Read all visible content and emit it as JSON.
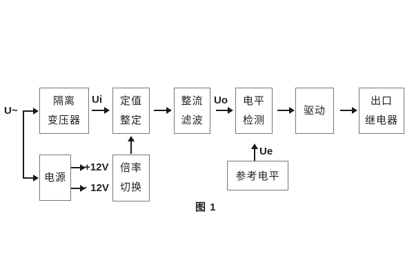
{
  "figure_caption": "图 1",
  "labels": {
    "input": "U~",
    "ui": "Ui",
    "uo": "Uo",
    "ue": "Ue",
    "plus12": "+12V",
    "minus12": "· 12V"
  },
  "blocks": {
    "isolation_transformer": {
      "line1": "隔离",
      "line2": "变压器"
    },
    "value_setting": {
      "line1": "定值",
      "line2": "整定"
    },
    "rectify_filter": {
      "line1": "整流",
      "line2": "滤波"
    },
    "level_detection": {
      "line1": "电平",
      "line2": "检测"
    },
    "drive": {
      "line1": "驱动"
    },
    "output_relay": {
      "line1": "出口",
      "line2": "继电器"
    },
    "power_supply": {
      "line1": "电源"
    },
    "ratio_switch": {
      "line1": "倍率",
      "line2": "切换"
    },
    "reference_level": {
      "line1": "参考电平"
    }
  },
  "colors": {
    "background": "#ffffff",
    "box_border": "#757575",
    "connector": "#1a1a1a",
    "text": "#1f1f24"
  }
}
